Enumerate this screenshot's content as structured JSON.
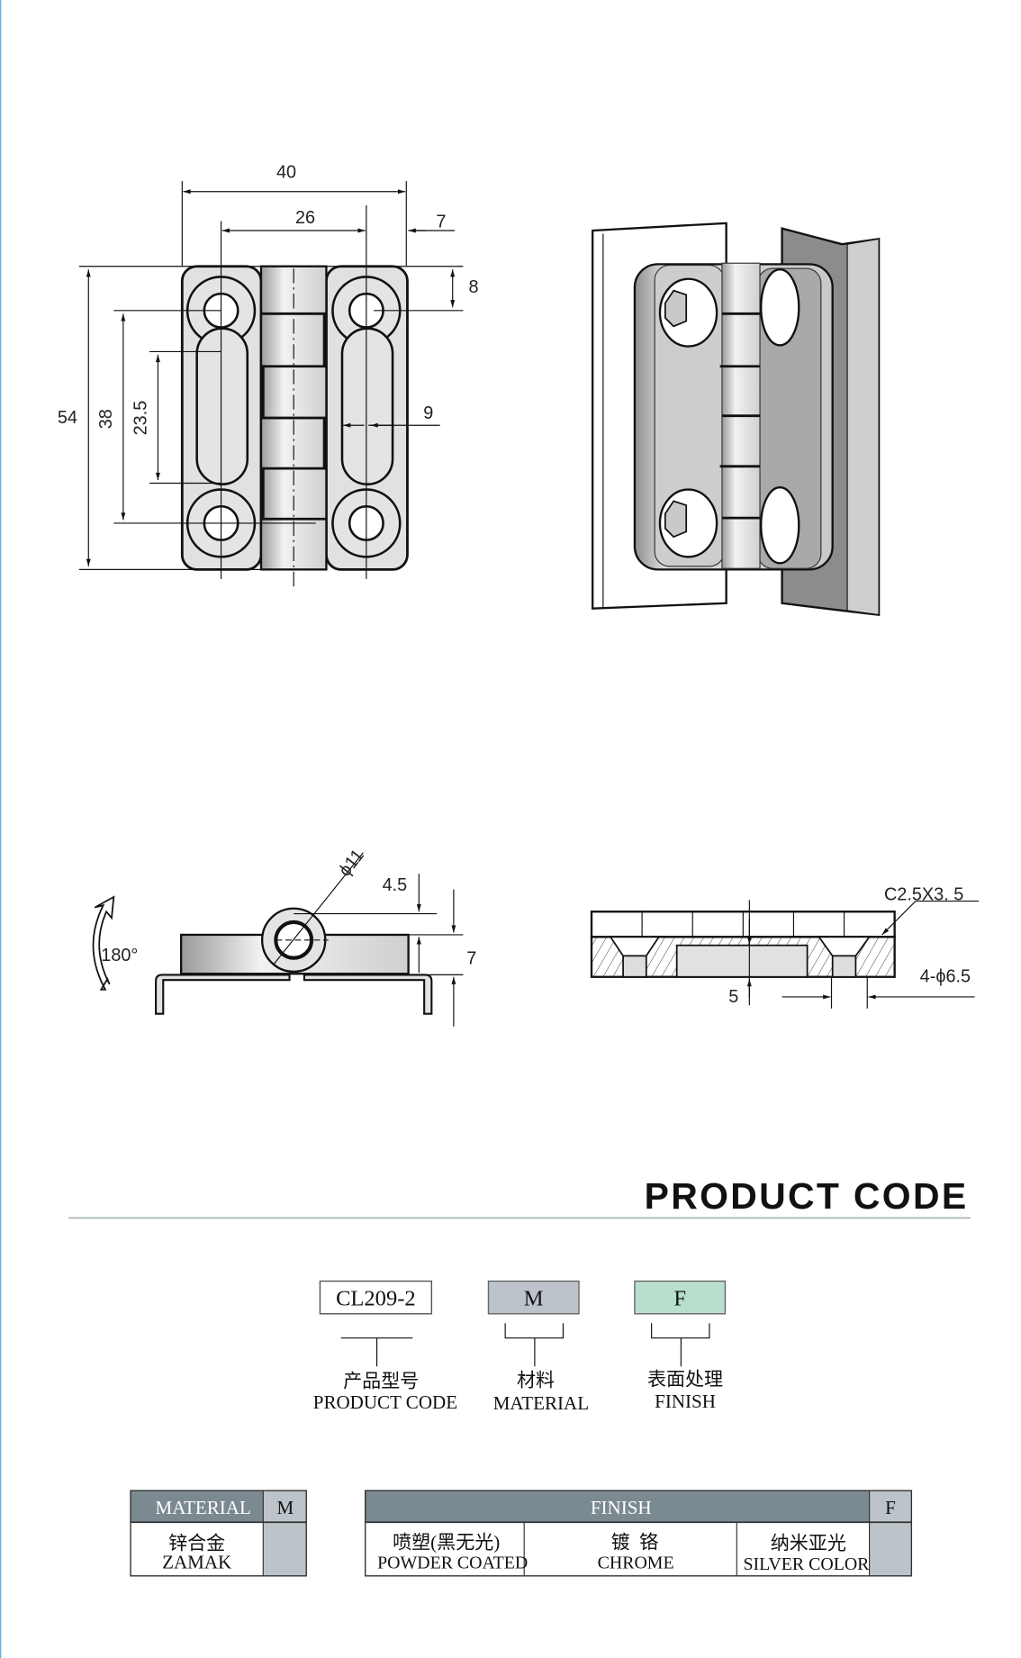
{
  "front_view": {
    "dim_width": "40",
    "dim_hole_spacing_x": "26",
    "dim_edge_x": "7",
    "dim_edge_y": "8",
    "dim_height": "54",
    "dim_hole_spacing_y": "38",
    "dim_slot_length": "23.5",
    "dim_slot_width": "9"
  },
  "side_view": {
    "dim_knuckle_diameter": "ϕ11",
    "dim_knuckle_offset": "4.5",
    "dim_thickness": "7",
    "rotation_label": "180°"
  },
  "section_view": {
    "dim_chamfer": "C2.5X3. 5",
    "dim_holes": "4-ϕ6.5",
    "dim_bottom": "5"
  },
  "product_code": {
    "heading": "PRODUCT CODE",
    "code_box": "CL209-2",
    "material_box": "M",
    "finish_box": "F",
    "labels": [
      {
        "cn": "产品型号",
        "en": "PRODUCT CODE"
      },
      {
        "cn": "材料",
        "en": "MATERIAL"
      },
      {
        "cn": "表面处理",
        "en": "FINISH"
      }
    ],
    "colors": {
      "material": "#bcc3ca",
      "finish": "#b7dfcb",
      "header": "#7b8a91"
    }
  },
  "material_table": {
    "header": "MATERIAL",
    "code_header": "M",
    "options": [
      {
        "cn": "锌合金",
        "en": "ZAMAK"
      }
    ]
  },
  "finish_table": {
    "header": "FINISH",
    "code_header": "F",
    "options": [
      {
        "cn": "喷塑(黑无光)",
        "en": "POWDER COATED"
      },
      {
        "cn": "镀  铬",
        "en": "CHROME"
      },
      {
        "cn": "纳米亚光",
        "en": "SILVER COLOR"
      }
    ]
  }
}
